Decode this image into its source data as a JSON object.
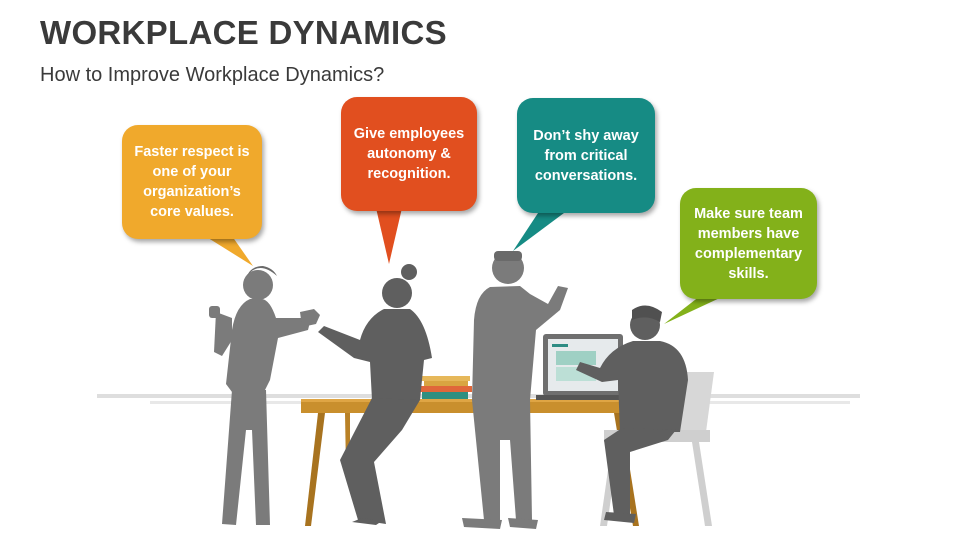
{
  "header": {
    "title": "WORKPLACE DYNAMICS",
    "subtitle": "How to Improve Workplace Dynamics?"
  },
  "bubbles": [
    {
      "text": "Faster respect is one of your organization’s core values.",
      "color": "#f0a92c"
    },
    {
      "text": "Give employees autonomy & recognition.",
      "color": "#e14f1f"
    },
    {
      "text": "Don’t shy away from critical conversations.",
      "color": "#168b84"
    },
    {
      "text": "Make sure team members have complementary skills.",
      "color": "#83b11a"
    }
  ],
  "colors": {
    "figure": "#7b7b7b",
    "figure_dark": "#5f5f5f",
    "table_top": "#c98f2d",
    "table_leg": "#a8731f",
    "shadow": "#dedede",
    "chair": "#d7d7d7"
  }
}
